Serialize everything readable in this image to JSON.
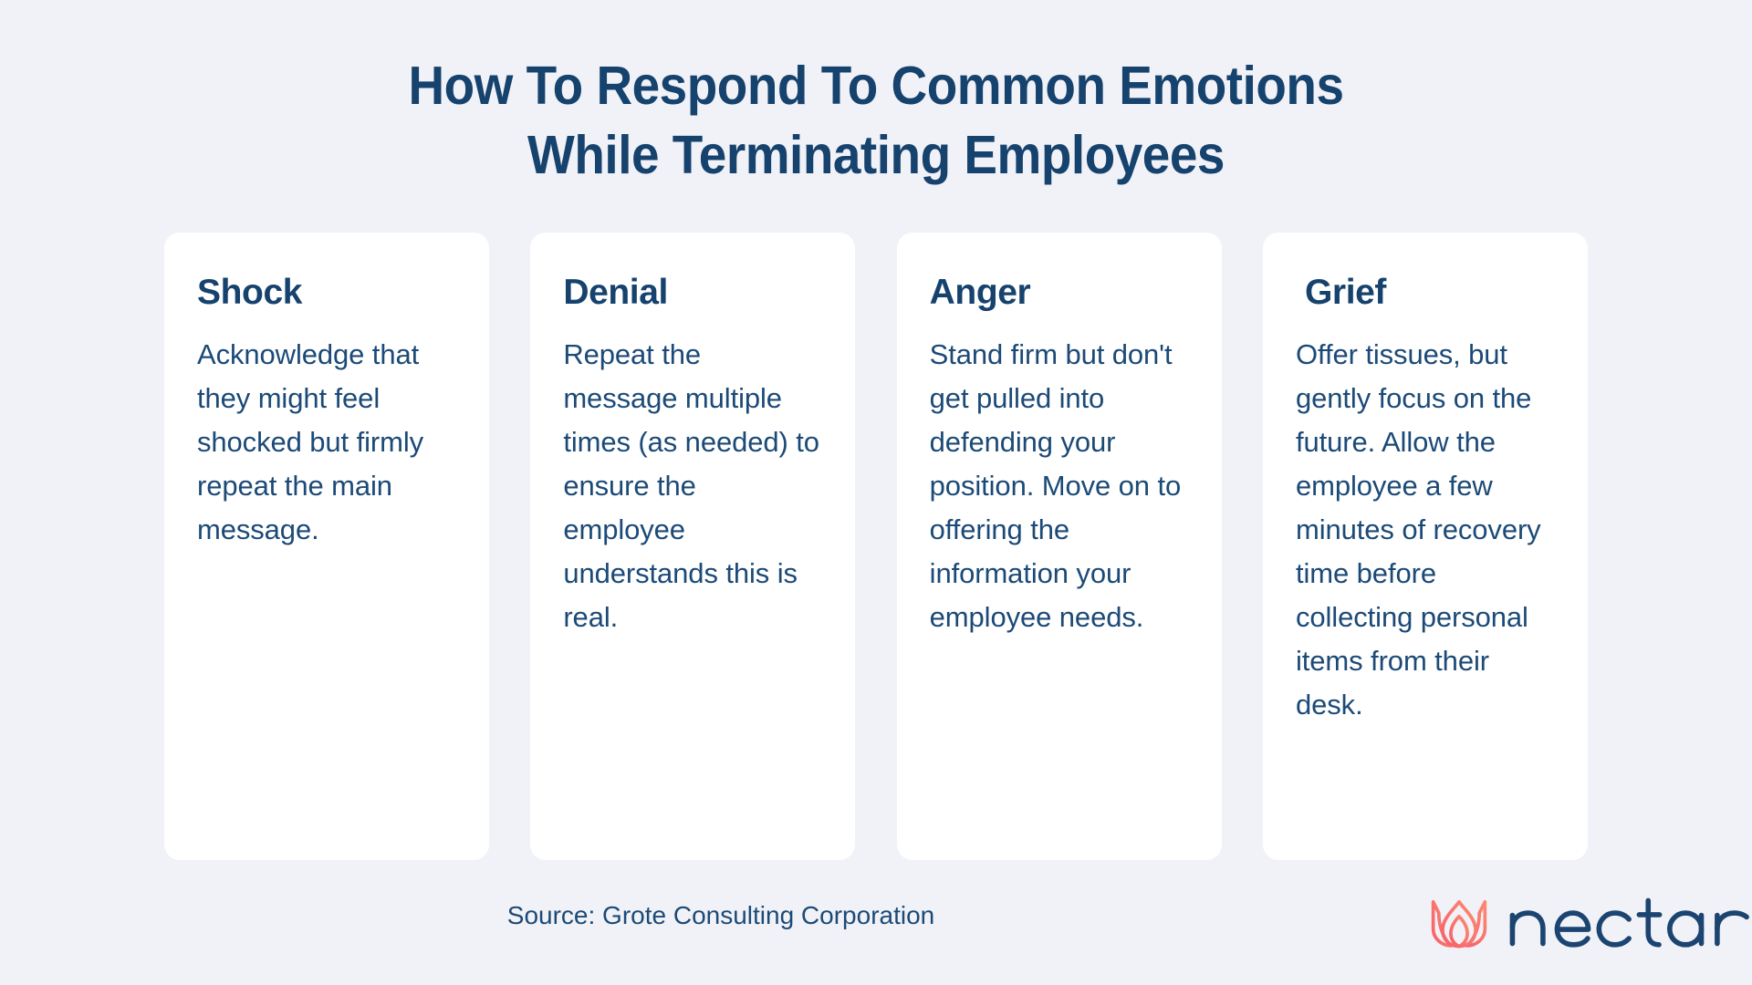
{
  "page": {
    "background_color": "#f1f2f7",
    "accent_navy": "#16426e",
    "body_navy": "#1c4a77",
    "logo_coral": "#f9766e"
  },
  "title": {
    "line1": "How To Respond To Common Emotions",
    "line2": "While Terminating Employees"
  },
  "cards": [
    {
      "heading": "Shock",
      "body": "Acknowledge that they might feel shocked but firmly repeat the main message."
    },
    {
      "heading": "Denial",
      "body": "Repeat the message multiple times (as needed) to ensure the employee understands this is real."
    },
    {
      "heading": "Anger",
      "body": "Stand firm but don't get pulled into defending your position. Move on to offering the information your employee needs."
    },
    {
      "heading": "Grief",
      "body": "Offer tissues, but gently focus on the future. Allow the employee a few minutes of recovery time before collecting personal items from their desk."
    }
  ],
  "footer": {
    "source": "Source: Grote Consulting Corporation",
    "logo_wordmark": "nectar"
  }
}
